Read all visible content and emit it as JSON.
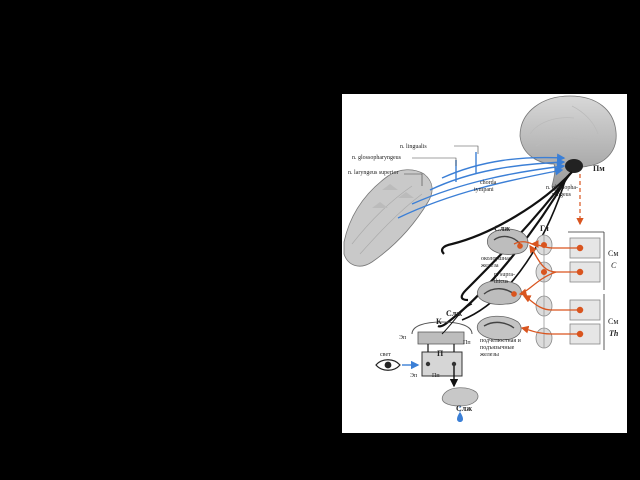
{
  "labels": {
    "lingualis": "n. lingualis",
    "glossopharyngeus": "n. glossopharyngeus",
    "laryngeus": "n. laryngeus superior",
    "chorda_l1": "chorda",
    "chorda_l2": "tympani",
    "glosso_r_l1": "n. glossopha-",
    "glosso_r_l2": "ryngeus",
    "pm": "Пм",
    "slzh_top": "Слж",
    "gl": "Гл",
    "parotid_l1": "околоушная",
    "parotid_l2": "железа",
    "supra_l1": "n. supra-",
    "supra_l2": "thicus",
    "sm_c_1": "См",
    "sm_c_2": "C",
    "sm_th_1": "См",
    "sm_th_2": "Th",
    "slzh_mid": "Слж",
    "glands_l1": "подчелюстная и",
    "glands_l2": "подъязычные",
    "glands_l3": "железы",
    "k": "К",
    "p": "П",
    "ep_top": "Эп",
    "pp_top": "Пп",
    "ep_bot": "Эп",
    "pp_bot": "Пп",
    "svet": "свет",
    "slzh_bottom": "Слж"
  },
  "colors": {
    "background": "#000000",
    "figure_bg": "#ffffff",
    "afferent_blue": "#3b7fd6",
    "efferent_orange": "#d9551f",
    "structure_gray": "#8a8a8a"
  }
}
